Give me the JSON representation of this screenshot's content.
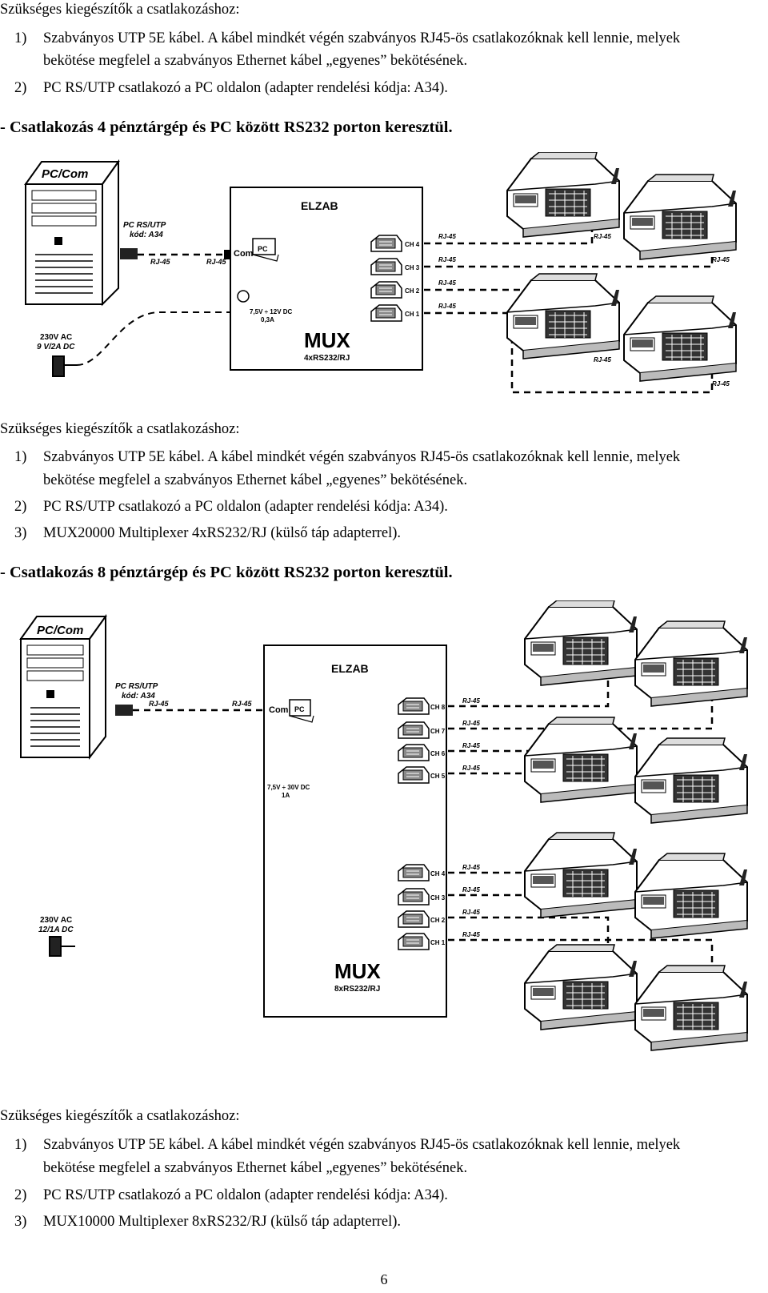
{
  "section0": {
    "title": "Szükséges kiegészítők a csatlakozáshoz:",
    "items": [
      {
        "num": "1)",
        "line1": "Szabványos UTP 5E kábel. A kábel mindkét végén szabványos RJ45-ös csatlakozóknak kell lennie, melyek",
        "line2": "bekötése megfelel a szabványos Ethernet kábel „egyenes” bekötésének."
      },
      {
        "num": "2)",
        "line1": "PC RS/UTP csatlakozó a PC oldalon (adapter rendelési kódja: A34)."
      }
    ]
  },
  "heading1": "- Csatlakozás 4 pénztárgép és PC között RS232 porton keresztül.",
  "diagram1": {
    "pc_label": "PC/Com",
    "adapter_label_1": "PC RS/UTP",
    "adapter_label_2": "kód: A34",
    "rj45": "RJ-45",
    "power_1": "230V AC",
    "power_2": "9 V/2A DC",
    "brand": "ELZAB",
    "com": "Com",
    "pc_icon": "PC",
    "voltage": "7,5V ÷ 12V  DC",
    "current": "0,3A",
    "mux": "MUX",
    "mux_sub": "4xRS232/RJ",
    "channels": [
      "CH 4",
      "CH 3",
      "CH 2",
      "CH 1"
    ]
  },
  "section1": {
    "title": "Szükséges kiegészítők a csatlakozáshoz:",
    "items": [
      {
        "num": "1)",
        "line1": "Szabványos UTP 5E kábel. A kábel mindkét végén szabványos RJ45-ös csatlakozóknak kell lennie, melyek",
        "line2": "bekötése megfelel a szabványos Ethernet kábel „egyenes” bekötésének."
      },
      {
        "num": "2)",
        "line1": "PC RS/UTP csatlakozó a PC oldalon (adapter rendelési kódja: A34)."
      },
      {
        "num": "3)",
        "line1": "MUX20000 Multiplexer 4xRS232/RJ (külső táp adapterrel)."
      }
    ]
  },
  "heading2": "- Csatlakozás 8 pénztárgép és PC között RS232 porton keresztül.",
  "diagram2": {
    "pc_label": "PC/Com",
    "adapter_label_1": "PC RS/UTP",
    "adapter_label_2": "kód: A34",
    "rj45": "RJ-45",
    "power_1": "230V AC",
    "power_2": "12/1A DC",
    "brand": "ELZAB",
    "com": "Com",
    "pc_icon": "PC",
    "voltage": "7,5V ÷ 30V  DC",
    "current": "1A",
    "mux": "MUX",
    "mux_sub": "8xRS232/RJ",
    "channels_top": [
      "CH 8",
      "CH 7",
      "CH 6",
      "CH 5"
    ],
    "channels_bottom": [
      "CH 4",
      "CH 3",
      "CH 2",
      "CH 1"
    ]
  },
  "section2": {
    "title": "Szükséges kiegészítők a csatlakozáshoz:",
    "items": [
      {
        "num": "1)",
        "line1": "Szabványos UTP 5E kábel. A kábel mindkét végén szabványos RJ45-ös csatlakozóknak kell lennie, melyek",
        "line2": "bekötése megfelel a szabványos Ethernet kábel „egyenes” bekötésének."
      },
      {
        "num": "2)",
        "line1": "PC RS/UTP csatlakozó a PC oldalon (adapter rendelési kódja: A34)."
      },
      {
        "num": "3)",
        "line1": "MUX10000 Multiplexer 8xRS232/RJ (külső táp adapterrel)."
      }
    ]
  },
  "page_number": "6"
}
